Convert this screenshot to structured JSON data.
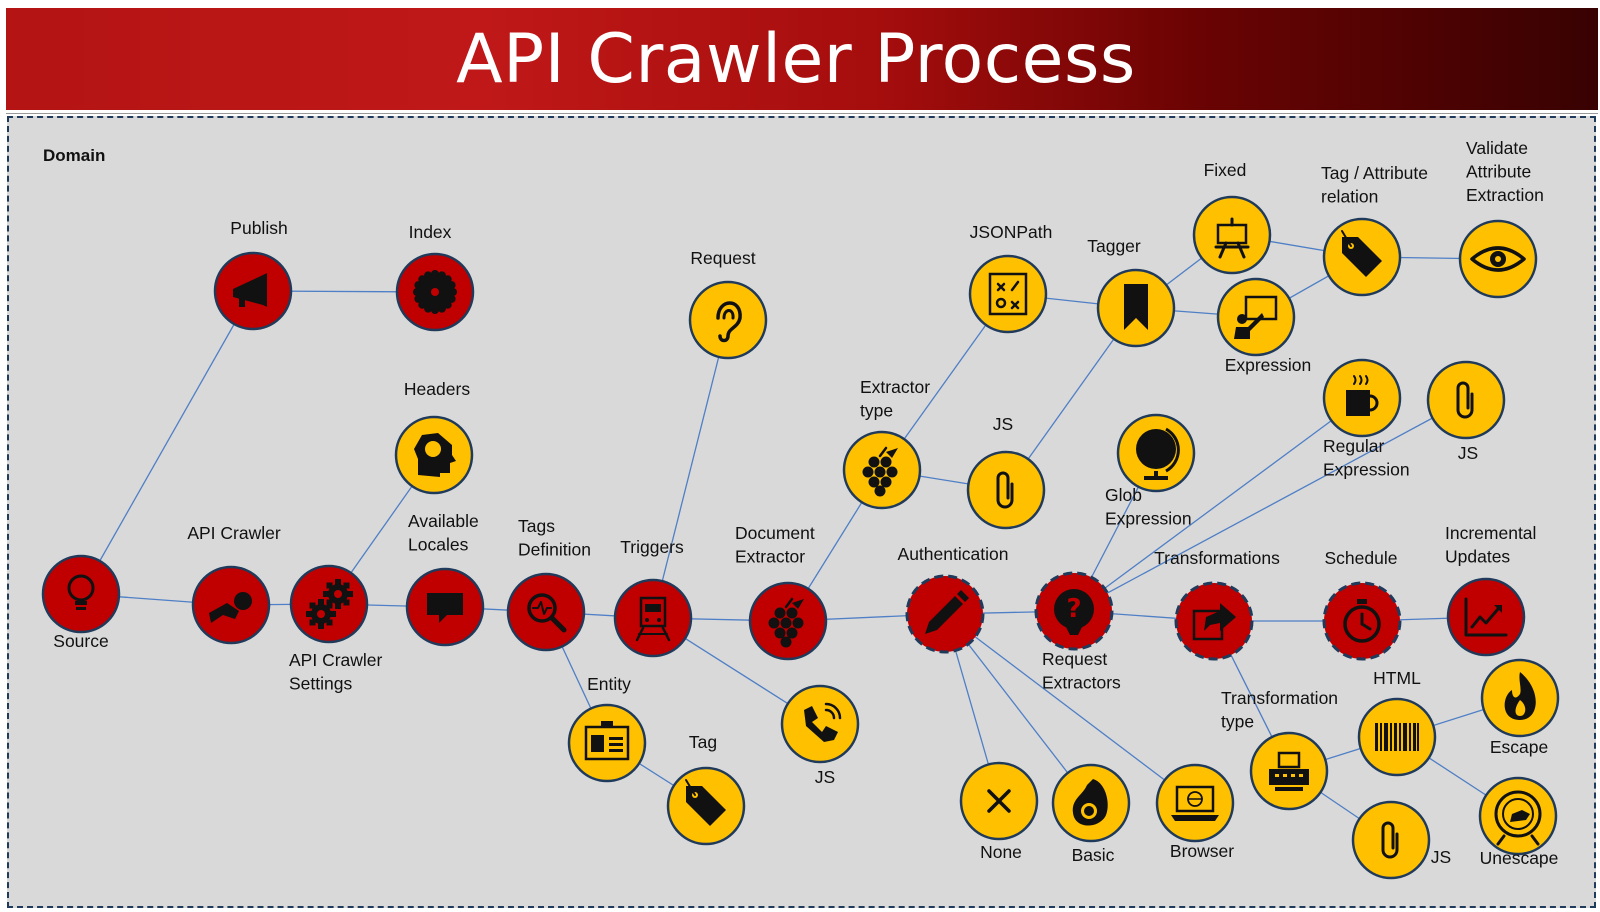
{
  "title": "API Crawler Process",
  "domain_label": "Domain",
  "colors": {
    "node_red": "#c00000",
    "node_yellow": "#ffc000",
    "node_border": "#1f3a5a",
    "edge": "#4f7fc6",
    "panel": "#d9d9d9"
  },
  "nodes": [
    {
      "id": "source",
      "label": "Source",
      "color": "red",
      "icon": "lightbulb-icon"
    },
    {
      "id": "publish",
      "label": "Publish",
      "color": "red",
      "icon": "megaphone-icon"
    },
    {
      "id": "index",
      "label": "Index",
      "color": "red",
      "icon": "sawblade-icon"
    },
    {
      "id": "api-crawler",
      "label": "API Crawler",
      "color": "red",
      "icon": "crawling-baby-icon"
    },
    {
      "id": "api-crawler-settings",
      "label": "API Crawler\nSettings",
      "color": "red",
      "icon": "gears-icon"
    },
    {
      "id": "headers",
      "label": "Headers",
      "color": "yellow",
      "icon": "brain-head-icon"
    },
    {
      "id": "available-locales",
      "label": "Available\nLocales",
      "color": "red",
      "icon": "speech-bubble-icon"
    },
    {
      "id": "tags-definition",
      "label": "Tags\nDefinition",
      "color": "red",
      "icon": "magnifier-icon"
    },
    {
      "id": "entity",
      "label": "Entity",
      "color": "yellow",
      "icon": "id-badge-icon"
    },
    {
      "id": "tag",
      "label": "Tag",
      "color": "yellow",
      "icon": "tag-icon"
    },
    {
      "id": "triggers",
      "label": "Triggers",
      "color": "red",
      "icon": "train-icon"
    },
    {
      "id": "request",
      "label": "Request",
      "color": "yellow",
      "icon": "ear-icon"
    },
    {
      "id": "js-trigger",
      "label": "JS",
      "color": "yellow",
      "icon": "phone-icon"
    },
    {
      "id": "document-extractor",
      "label": "Document\nExtractor",
      "color": "red",
      "icon": "grapes-icon"
    },
    {
      "id": "extractor-type",
      "label": "Extractor\ntype",
      "color": "yellow",
      "icon": "grapes-icon"
    },
    {
      "id": "jsonpath",
      "label": "JSONPath",
      "color": "yellow",
      "icon": "strategy-board-icon"
    },
    {
      "id": "js-extractor",
      "label": "JS",
      "color": "yellow",
      "icon": "paperclip-icon"
    },
    {
      "id": "tagger",
      "label": "Tagger",
      "color": "yellow",
      "icon": "bookmark-icon"
    },
    {
      "id": "fixed",
      "label": "Fixed",
      "color": "yellow",
      "icon": "easel-icon"
    },
    {
      "id": "expression",
      "label": "Expression",
      "color": "yellow",
      "icon": "teacher-board-icon"
    },
    {
      "id": "tag-attribute-relation",
      "label": "Tag / Attribute\nrelation",
      "color": "yellow",
      "icon": "tag-icon"
    },
    {
      "id": "validate-attribute-extraction",
      "label": "Validate\nAttribute\nExtraction",
      "color": "yellow",
      "icon": "eye-icon"
    },
    {
      "id": "authentication",
      "label": "Authentication",
      "color": "red",
      "icon": "pencil-icon",
      "dashed": true
    },
    {
      "id": "none",
      "label": "None",
      "color": "yellow",
      "icon": "x-icon"
    },
    {
      "id": "basic",
      "label": "Basic",
      "color": "yellow",
      "icon": "avocado-icon"
    },
    {
      "id": "browser",
      "label": "Browser",
      "color": "yellow",
      "icon": "laptop-globe-icon"
    },
    {
      "id": "request-extractors",
      "label": "Request\nExtractors",
      "color": "red",
      "icon": "question-head-icon",
      "dashed": true
    },
    {
      "id": "glob-expression",
      "label": "Glob\nExpression",
      "color": "yellow",
      "icon": "globe-icon"
    },
    {
      "id": "regular-expression",
      "label": "Regular\nExpression",
      "color": "yellow",
      "icon": "coffee-mug-icon"
    },
    {
      "id": "js-request-extractors",
      "label": "JS",
      "color": "yellow",
      "icon": "paperclip-icon"
    },
    {
      "id": "transformations",
      "label": "Transformations",
      "color": "red",
      "icon": "share-arrow-icon",
      "dashed": true
    },
    {
      "id": "transformation-type",
      "label": "Transformation\ntype",
      "color": "yellow",
      "icon": "typewriter-icon"
    },
    {
      "id": "html",
      "label": "HTML",
      "color": "yellow",
      "icon": "barcode-icon"
    },
    {
      "id": "escape",
      "label": "Escape",
      "color": "yellow",
      "icon": "fire-icon"
    },
    {
      "id": "unescape",
      "label": "Unescape",
      "color": "yellow",
      "icon": "hamster-wheel-icon"
    },
    {
      "id": "js-transformation",
      "label": "JS",
      "color": "yellow",
      "icon": "paperclip-icon"
    },
    {
      "id": "schedule",
      "label": "Schedule",
      "color": "red",
      "icon": "stopwatch-icon",
      "dashed": true
    },
    {
      "id": "incremental-updates",
      "label": "Incremental\nUpdates",
      "color": "red",
      "icon": "line-chart-icon"
    }
  ],
  "edges": [
    [
      "source",
      "publish"
    ],
    [
      "publish",
      "index"
    ],
    [
      "source",
      "api-crawler"
    ],
    [
      "api-crawler",
      "api-crawler-settings"
    ],
    [
      "api-crawler-settings",
      "headers"
    ],
    [
      "api-crawler-settings",
      "available-locales"
    ],
    [
      "available-locales",
      "tags-definition"
    ],
    [
      "tags-definition",
      "entity"
    ],
    [
      "entity",
      "tag"
    ],
    [
      "tags-definition",
      "triggers"
    ],
    [
      "triggers",
      "request"
    ],
    [
      "triggers",
      "js-trigger"
    ],
    [
      "triggers",
      "document-extractor"
    ],
    [
      "document-extractor",
      "extractor-type"
    ],
    [
      "extractor-type",
      "jsonpath"
    ],
    [
      "extractor-type",
      "js-extractor"
    ],
    [
      "jsonpath",
      "tagger"
    ],
    [
      "js-extractor",
      "tagger"
    ],
    [
      "tagger",
      "fixed"
    ],
    [
      "tagger",
      "expression"
    ],
    [
      "fixed",
      "tag-attribute-relation"
    ],
    [
      "expression",
      "tag-attribute-relation"
    ],
    [
      "tag-attribute-relation",
      "validate-attribute-extraction"
    ],
    [
      "document-extractor",
      "authentication"
    ],
    [
      "authentication",
      "none"
    ],
    [
      "authentication",
      "basic"
    ],
    [
      "authentication",
      "browser"
    ],
    [
      "authentication",
      "request-extractors"
    ],
    [
      "request-extractors",
      "glob-expression"
    ],
    [
      "request-extractors",
      "regular-expression"
    ],
    [
      "request-extractors",
      "js-request-extractors"
    ],
    [
      "request-extractors",
      "transformations"
    ],
    [
      "transformations",
      "transformation-type"
    ],
    [
      "transformation-type",
      "html"
    ],
    [
      "transformation-type",
      "js-transformation"
    ],
    [
      "html",
      "escape"
    ],
    [
      "html",
      "unescape"
    ],
    [
      "transformations",
      "schedule"
    ],
    [
      "schedule",
      "incremental-updates"
    ]
  ]
}
